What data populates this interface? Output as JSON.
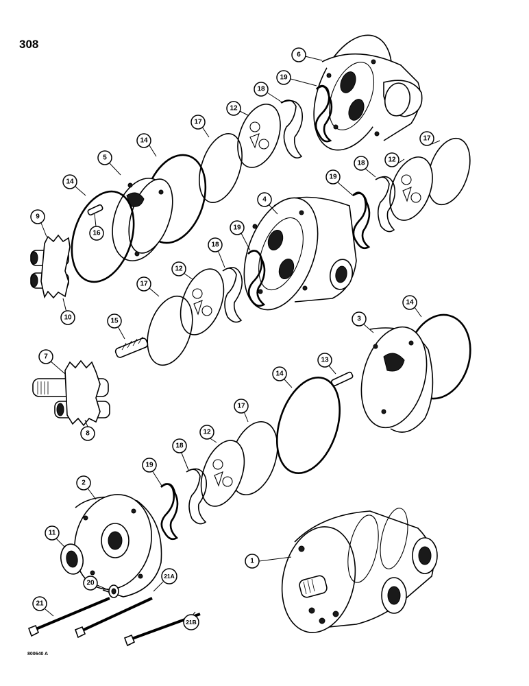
{
  "page": {
    "number": "308",
    "ref_code": "800640 A"
  },
  "callouts": [
    {
      "id": "c-6",
      "label": "6"
    },
    {
      "id": "c-19a",
      "label": "19"
    },
    {
      "id": "c-18a",
      "label": "18"
    },
    {
      "id": "c-12a",
      "label": "12"
    },
    {
      "id": "c-17a",
      "label": "17"
    },
    {
      "id": "c-17b",
      "label": "17"
    },
    {
      "id": "c-12b",
      "label": "12"
    },
    {
      "id": "c-18b",
      "label": "18"
    },
    {
      "id": "c-19b",
      "label": "19"
    },
    {
      "id": "c-14a",
      "label": "14"
    },
    {
      "id": "c-5",
      "label": "5"
    },
    {
      "id": "c-14b",
      "label": "14"
    },
    {
      "id": "c-9",
      "label": "9"
    },
    {
      "id": "c-16",
      "label": "16"
    },
    {
      "id": "c-4",
      "label": "4"
    },
    {
      "id": "c-19c",
      "label": "19"
    },
    {
      "id": "c-18c",
      "label": "18"
    },
    {
      "id": "c-12c",
      "label": "12"
    },
    {
      "id": "c-10",
      "label": "10"
    },
    {
      "id": "c-17c",
      "label": "17"
    },
    {
      "id": "c-15",
      "label": "15"
    },
    {
      "id": "c-3",
      "label": "3"
    },
    {
      "id": "c-14c",
      "label": "14"
    },
    {
      "id": "c-7",
      "label": "7"
    },
    {
      "id": "c-13",
      "label": "13"
    },
    {
      "id": "c-14d",
      "label": "14"
    },
    {
      "id": "c-17d",
      "label": "17"
    },
    {
      "id": "c-12d",
      "label": "12"
    },
    {
      "id": "c-18d",
      "label": "18"
    },
    {
      "id": "c-19d",
      "label": "19"
    },
    {
      "id": "c-8",
      "label": "8"
    },
    {
      "id": "c-2",
      "label": "2"
    },
    {
      "id": "c-11",
      "label": "11"
    },
    {
      "id": "c-1",
      "label": "1"
    },
    {
      "id": "c-20",
      "label": "20"
    },
    {
      "id": "c-21a",
      "label": "21A"
    },
    {
      "id": "c-21",
      "label": "21"
    },
    {
      "id": "c-21b",
      "label": "21B"
    }
  ]
}
